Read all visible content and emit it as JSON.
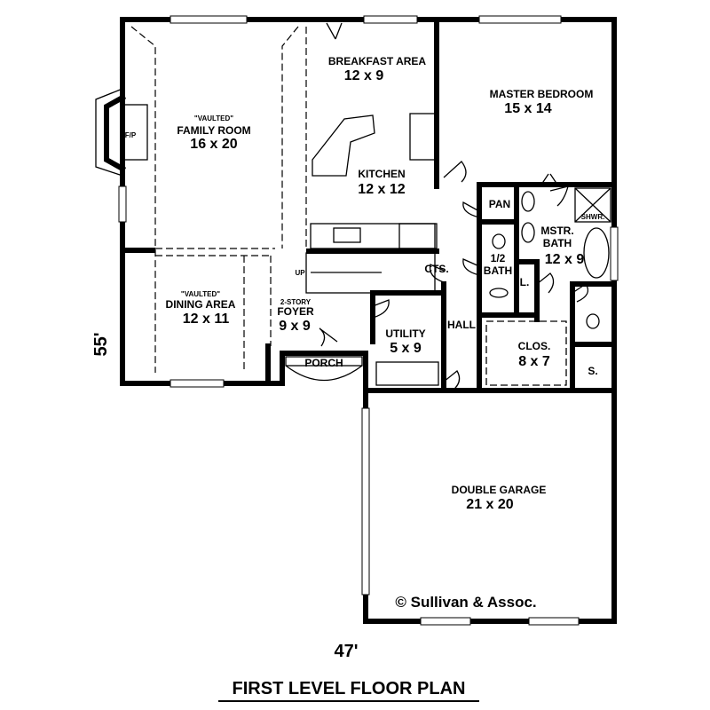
{
  "title": "FIRST LEVEL FLOOR PLAN",
  "dimensions": {
    "width": "47'",
    "depth": "55'"
  },
  "copyright": "© Sullivan & Assoc.",
  "rooms": {
    "family": {
      "note": "\"VAULTED\"",
      "name": "FAMILY ROOM",
      "size": "16 x 20"
    },
    "fireplace": {
      "name": "F/P"
    },
    "breakfast": {
      "name": "BREAKFAST AREA",
      "size": "12 x 9"
    },
    "kitchen": {
      "name": "KITCHEN",
      "size": "12 x 12"
    },
    "master": {
      "name": "MASTER BEDROOM",
      "size": "15 x 14"
    },
    "pantry": {
      "name": "PAN"
    },
    "shower": {
      "name": "SHWR."
    },
    "mstr_bath": {
      "name1": "MSTR.",
      "name2": "BATH",
      "size": "12 x 9"
    },
    "half_bath": {
      "name1": "1/2",
      "name2": "BATH"
    },
    "linen": {
      "name": "L."
    },
    "closets": {
      "name": "CTS."
    },
    "dining": {
      "note": "\"VAULTED\"",
      "name": "DINING AREA",
      "size": "12 x 11"
    },
    "foyer": {
      "note": "2-STORY",
      "name": "FOYER",
      "size": "9 x 9"
    },
    "stairs": {
      "label": "UP"
    },
    "utility": {
      "name": "UTILITY",
      "size": "5 x 9"
    },
    "hall": {
      "name": "HALL"
    },
    "closet": {
      "name": "CLOS.",
      "size": "8 x 7"
    },
    "storage": {
      "name": "S."
    },
    "porch": {
      "name": "PORCH"
    },
    "garage": {
      "name": "DOUBLE GARAGE",
      "size": "21 x 20"
    }
  }
}
